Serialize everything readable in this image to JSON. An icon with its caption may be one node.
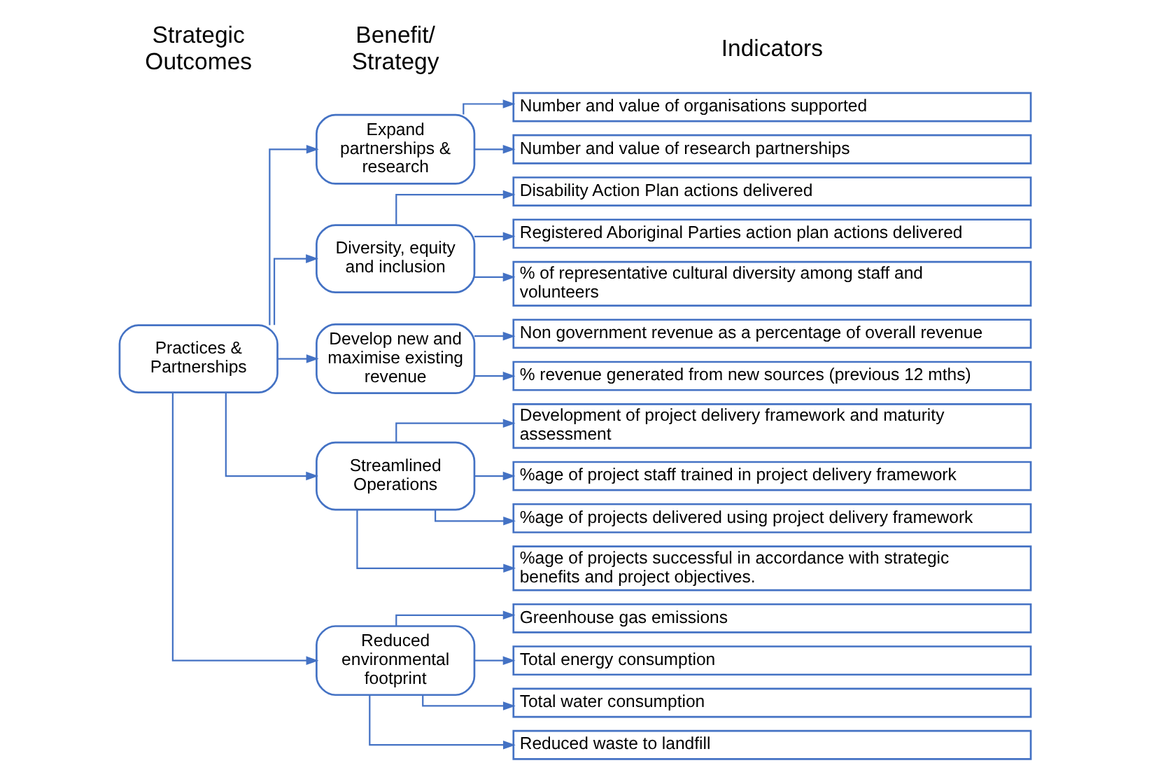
{
  "diagram": {
    "nodes": [
      {
        "text": [
          "Practices & Partnerships"
        ]
      },
      {
        "text": [
          "Expand partnerships & research"
        ]
      },
      {
        "text": [
          "Number and value of organisations supported"
        ]
      },
      {
        "text": [
          "Number and value of research partnerships"
        ]
      },
      {
        "text": [
          "Diversity, equity and inclusion"
        ]
      },
      {
        "text": [
          "Disability Action Plan actions delivered"
        ]
      },
      {
        "text": [
          "Registered Aboriginal Parties action plan actions delivered"
        ]
      },
      {
        "text": [
          "% of representative cultural diversity among staff and volunteers"
        ]
      },
      {
        "text": [
          "Develop new and maximise existing revenue"
        ]
      },
      {
        "text": [
          "Non government revenue as a percentage of overall revenue"
        ]
      },
      {
        "text": [
          "% revenue generated from new sources (previous 12 mths)"
        ]
      },
      {
        "text": [
          "Streamlined Operations"
        ]
      },
      {
        "text": [
          "Development of project delivery framework and maturity assessment"
        ]
      },
      {
        "text": [
          "%age of project staff trained in project delivery framework"
        ]
      },
      {
        "text": [
          "%age of projects delivered using project delivery framework"
        ]
      },
      {
        "text": [
          "%age of projects successful in accordance with strategic benefits and project objectives."
        ]
      },
      {
        "text": [
          "Reduced environmental footprint"
        ]
      },
      {
        "text": [
          "Greenhouse gas emissions"
        ]
      },
      {
        "text": [
          "Total energy consumption"
        ]
      },
      {
        "text": [
          "Total water consumption"
        ]
      },
      {
        "text": [
          "Reduced waste to landfill"
        ]
      }
    ],
    "edges": [
      {
        "from": 0,
        "to": 1,
        "arrow": "to"
      },
      {
        "from": 0,
        "to": 4,
        "arrow": "to"
      },
      {
        "from": 0,
        "to": 8,
        "arrow": "to"
      },
      {
        "from": 0,
        "to": 11,
        "arrow": "to"
      },
      {
        "from": 0,
        "to": 16,
        "arrow": "to"
      },
      {
        "from": 1,
        "to": 2,
        "arrow": "to"
      },
      {
        "from": 1,
        "to": 3,
        "arrow": "to"
      },
      {
        "from": 4,
        "to": 5,
        "arrow": "to"
      },
      {
        "from": 4,
        "to": 6,
        "arrow": "to"
      },
      {
        "from": 4,
        "to": 7,
        "arrow": "to"
      },
      {
        "from": 8,
        "to": 9,
        "arrow": "to"
      },
      {
        "from": 8,
        "to": 10,
        "arrow": "to"
      },
      {
        "from": 11,
        "to": 12,
        "arrow": "to"
      },
      {
        "from": 11,
        "to": 13,
        "arrow": "to"
      },
      {
        "from": 11,
        "to": 14,
        "arrow": "to"
      },
      {
        "from": 11,
        "to": 15,
        "arrow": "to"
      },
      {
        "from": 16,
        "to": 17,
        "arrow": "to"
      },
      {
        "from": 16,
        "to": 18,
        "arrow": "to"
      },
      {
        "from": 16,
        "to": 19,
        "arrow": "to"
      },
      {
        "from": 16,
        "to": 20,
        "arrow": "to"
      }
    ],
    "labels": [
      "Strategic Outcomes",
      "Benefit/ Strategy",
      "Indicators"
    ]
  }
}
